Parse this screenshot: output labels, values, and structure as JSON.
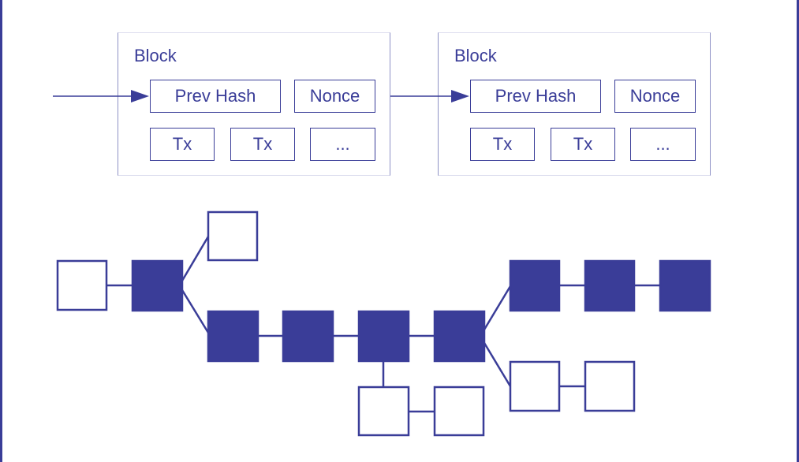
{
  "blocks": [
    {
      "title": "Block",
      "prev_hash": "Prev Hash",
      "nonce": "Nonce",
      "tx1": "Tx",
      "tx2": "Tx",
      "more": "..."
    },
    {
      "title": "Block",
      "prev_hash": "Prev Hash",
      "nonce": "Nonce",
      "tx1": "Tx",
      "tx2": "Tx",
      "more": "..."
    }
  ],
  "colors": {
    "accent": "#3a3d98",
    "background": "#ffffff"
  },
  "chain_tree": {
    "main_chain_count": 9,
    "orphan_branch_counts": [
      1,
      2,
      2
    ]
  }
}
